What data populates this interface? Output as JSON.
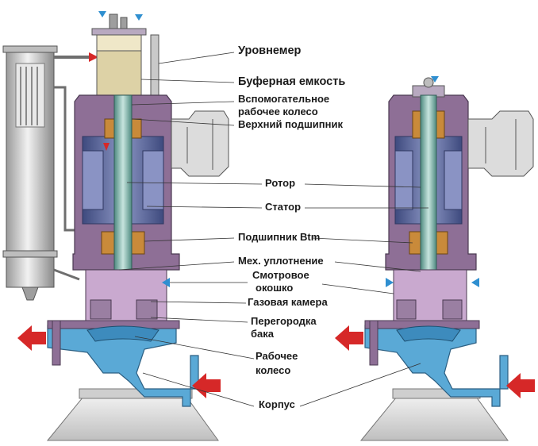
{
  "labels": {
    "level_gauge": "Уровнемер",
    "buffer_tank": "Буферная емкость",
    "aux_impeller_1": "Вспомогательное",
    "aux_impeller_2": "рабочее колесо",
    "upper_bearing": "Верхний подшипник",
    "rotor": "Ротор",
    "stator": "Статор",
    "bottom_bearing": "Подшипник Btm",
    "mech_seal": "Мех. уплотнение",
    "sight_window_1": "Смотровое",
    "sight_window_2": "окошко",
    "gas_chamber": "Газовая камера",
    "tank_partition_1": "Перегородка",
    "tank_partition_2": "бака",
    "impeller_1": "Рабочее",
    "impeller_2": "колесо",
    "casing": "Корпус"
  },
  "colors": {
    "flow_arrow": "#d62828",
    "casing_blue": "#5aa9d6",
    "casing_purple": "#8e6f96",
    "stator_blue": "#5c6aa0",
    "bearing_orange": "#c98a3a",
    "shaft": "#7fb2a8",
    "base_gray": "#d9d9d9"
  }
}
